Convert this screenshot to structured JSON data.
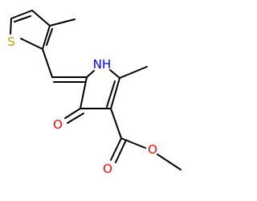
{
  "molecule": {
    "atoms": {
      "sulfur": {
        "label": "S",
        "color": "#b8a600"
      },
      "pyrrole_nitrogen": {
        "label": "NH",
        "color": "#0000ff"
      },
      "ketone_oxygen": {
        "label": "O",
        "color": "#ff0000"
      },
      "ester_carbonyl_oxygen": {
        "label": "O",
        "color": "#ff0000"
      },
      "ester_ether_oxygen": {
        "label": "O",
        "color": "#ff0000"
      }
    },
    "bond_color": "#000000"
  }
}
